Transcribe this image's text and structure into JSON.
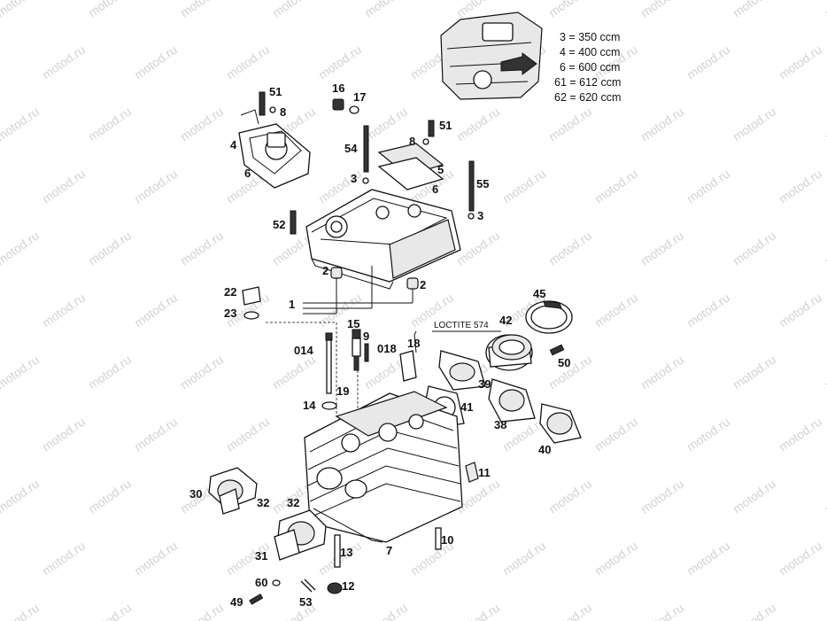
{
  "watermark": "motod.ru",
  "legend": [
    "3 = 350 ccm",
    "4 = 400 ccm",
    "6 = 600 ccm",
    "61 = 612 ccm",
    "62 = 620 ccm"
  ],
  "loctite_label": "LOCTITE 574",
  "callouts": {
    "c51a": "51",
    "c8a": "8",
    "c4": "4",
    "c6a": "6",
    "c16": "16",
    "c17": "17",
    "c54": "54",
    "c3a": "3",
    "c51b": "51",
    "c8b": "8",
    "c5": "5",
    "c6b": "6",
    "c55": "55",
    "c3b": "3",
    "c52": "52",
    "c2a": "2",
    "c2b": "2",
    "c22": "22",
    "c23": "23",
    "c1": "1",
    "c45": "45",
    "c42": "42",
    "c15": "15",
    "c9": "9",
    "c014": "014",
    "c018": "018",
    "c18": "18",
    "c50": "50",
    "c39": "39",
    "c19": "19",
    "c14": "14",
    "c41": "41",
    "c38": "38",
    "c40": "40",
    "c11": "11",
    "c30": "30",
    "c32a": "32",
    "c32b": "32",
    "c31": "31",
    "c13": "13",
    "c7": "7",
    "c10": "10",
    "c60": "60",
    "c12": "12",
    "c49": "49",
    "c53": "53"
  }
}
